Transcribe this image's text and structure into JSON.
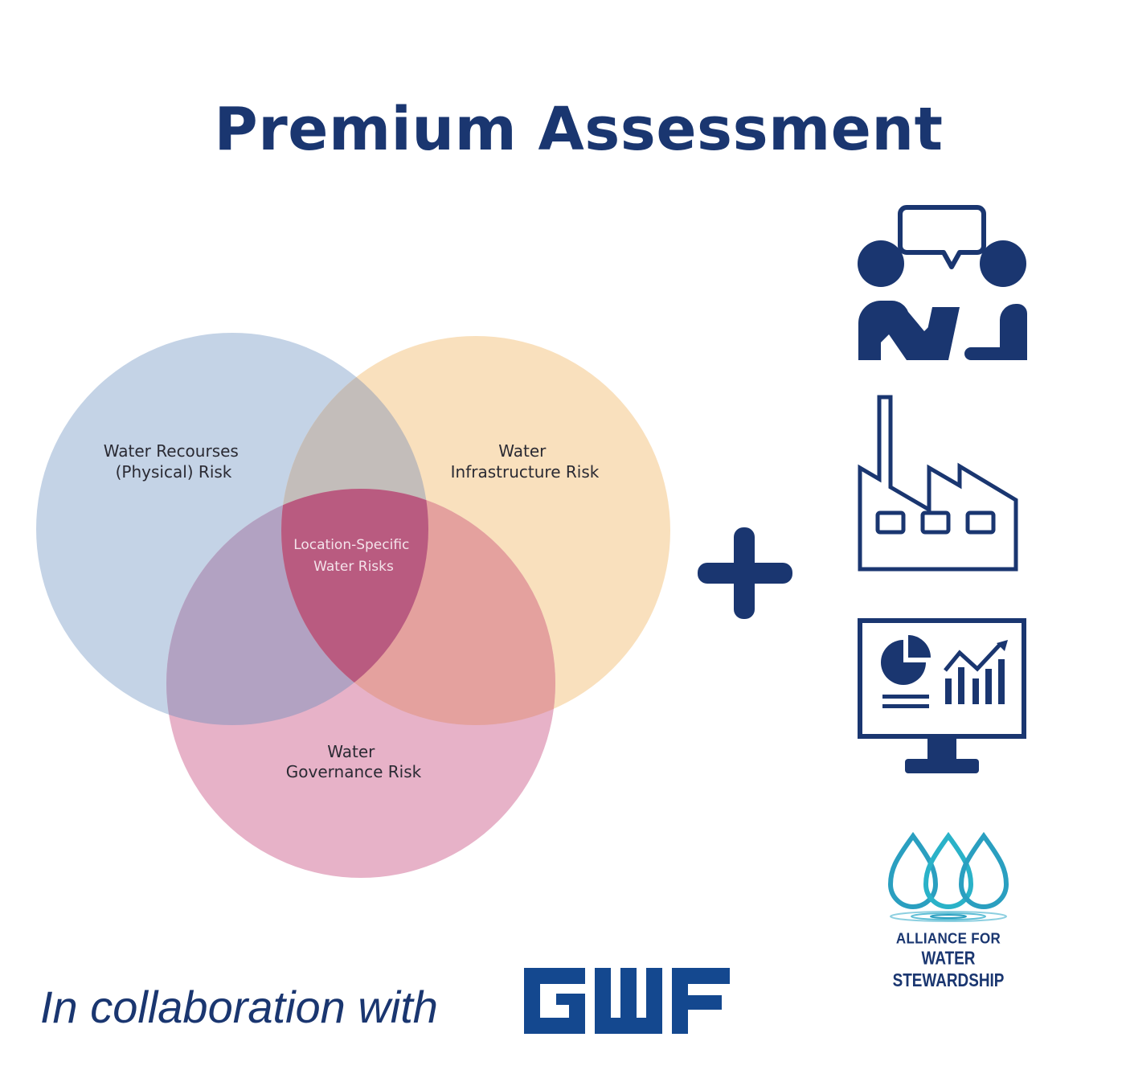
{
  "title": "Premium Assessment",
  "venn": {
    "circles": [
      {
        "label_lines": [
          "Water Recourses",
          "(Physical) Risk"
        ],
        "color": "#c4d3e6"
      },
      {
        "label_lines": [
          "Water",
          "Infrastructure Risk"
        ],
        "color": "#f8deba"
      },
      {
        "label_lines": [
          "Water",
          "Governance Risk"
        ],
        "color": "#e3a7c1"
      }
    ],
    "center_label_lines": [
      "Location-Specific",
      "Water Risks"
    ]
  },
  "icons": [
    "plus-icon",
    "meeting-icon",
    "factory-icon",
    "dashboard-monitor-icon"
  ],
  "collaboration_text": "In collaboration with",
  "gwf_logo_text": "GWF",
  "aws_logo": {
    "line1": "ALLIANCE FOR",
    "line2": "WATER STEWARDSHIP"
  },
  "colors": {
    "navy": "#1a3670",
    "aws_teal": "#2a9fc0"
  }
}
